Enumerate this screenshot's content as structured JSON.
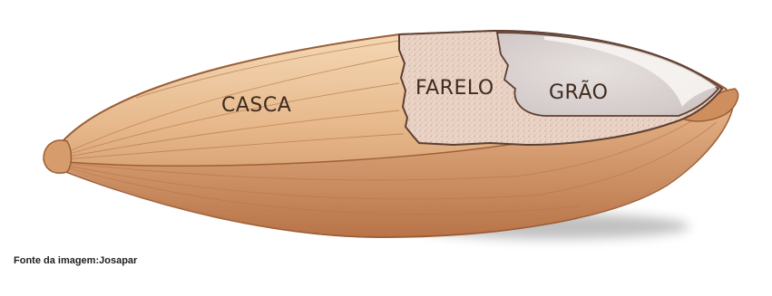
{
  "diagram": {
    "labels": {
      "husk": "CASCA",
      "bran": "FARELO",
      "grain": "GRÃO"
    },
    "source_credit": "Fonte da imagem:Josapar",
    "colors": {
      "husk_light": "#f1d0a8",
      "husk_mid": "#e2b07e",
      "husk_dark": "#b9784a",
      "bran": "#e9d3c6",
      "grain": "#ddd6d6",
      "grain_edge": "#f7f4f2",
      "shadow": "#8e8e8e"
    }
  }
}
